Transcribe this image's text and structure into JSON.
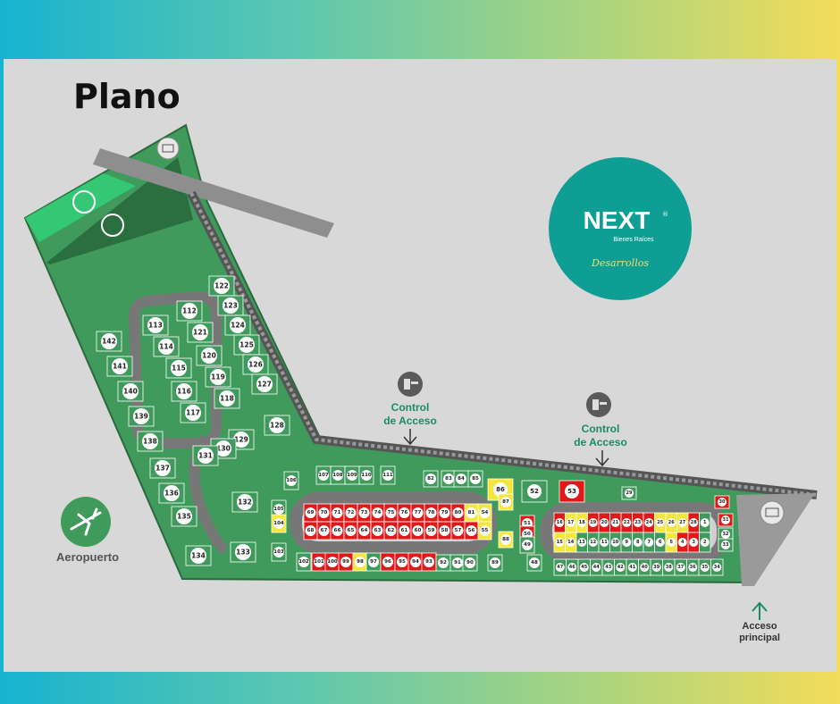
{
  "title": "Plano",
  "logo": {
    "brand": "NEXT",
    "registered": "®",
    "tagline": "Bienes Raíces",
    "sub": "Desarrollos",
    "color": "#0f9e93"
  },
  "labels": {
    "control_acceso": [
      "Control",
      "de Acceso"
    ],
    "aeropuerto": "Aeropuerto",
    "acceso_principal": [
      "Acceso",
      "principal"
    ]
  },
  "icons": [
    "store-icon",
    "tree-icon",
    "access-gate-icon",
    "airplane-icon",
    "arrow-up-icon",
    "arrow-down-icon"
  ],
  "colors": {
    "lot_green": "#3f9a5c",
    "lot_dark": "#2b6e40",
    "lot_light": "#34c774",
    "sold": "#e01818",
    "reserved": "#f4e63a",
    "road": "#8a8a8a",
    "panel": "#d8d8d8"
  },
  "lots": {
    "park": [
      "122",
      "123",
      "124",
      "125",
      "126",
      "127",
      "128",
      "112",
      "113",
      "114",
      "115",
      "116",
      "117",
      "118",
      "119",
      "120",
      "121",
      "129",
      "130",
      "131",
      "132",
      "133",
      "134",
      "135",
      "136",
      "137",
      "138",
      "139",
      "140",
      "141",
      "142"
    ],
    "left_block": [
      "106",
      "107",
      "108",
      "109",
      "110",
      "111",
      "105",
      "104",
      "103",
      "102",
      "101",
      "100",
      "99",
      "98",
      "97",
      "96",
      "95",
      "94",
      "93"
    ],
    "loop1_top": [
      "69",
      "70",
      "71",
      "72",
      "73",
      "74",
      "75",
      "76",
      "77",
      "78",
      "79",
      "80",
      "81",
      "54"
    ],
    "loop1_bottom": [
      "68",
      "67",
      "66",
      "65",
      "64",
      "63",
      "62",
      "61",
      "60",
      "59",
      "58",
      "57",
      "56",
      "55"
    ],
    "middle": [
      "82",
      "83",
      "84",
      "85",
      "86",
      "87",
      "88",
      "52",
      "51",
      "50",
      "49",
      "92",
      "91",
      "90",
      "89",
      "48",
      "53"
    ],
    "loop2_top": [
      "16",
      "17",
      "18",
      "19",
      "20",
      "21",
      "22",
      "23",
      "24",
      "25",
      "26",
      "27",
      "28",
      "1"
    ],
    "loop2_bottom": [
      "15",
      "14",
      "13",
      "12",
      "11",
      "10",
      "9",
      "8",
      "7",
      "6",
      "5",
      "4",
      "3",
      "2"
    ],
    "bottom_row": [
      "47",
      "46",
      "45",
      "44",
      "43",
      "42",
      "41",
      "40",
      "39",
      "38",
      "37",
      "36",
      "35",
      "34"
    ],
    "east": [
      "29",
      "30",
      "31",
      "32",
      "33"
    ]
  },
  "lot_status": {
    "sold": [
      "69",
      "70",
      "71",
      "72",
      "73",
      "74",
      "75",
      "76",
      "77",
      "78",
      "79",
      "80",
      "68",
      "67",
      "66",
      "65",
      "64",
      "63",
      "62",
      "61",
      "60",
      "59",
      "58",
      "57",
      "56",
      "101",
      "100",
      "99",
      "96",
      "95",
      "94",
      "93",
      "53",
      "51",
      "50",
      "16",
      "19",
      "20",
      "21",
      "22",
      "23",
      "24",
      "28",
      "4",
      "3",
      "30",
      "31"
    ],
    "reserved": [
      "81",
      "54",
      "55",
      "86",
      "87",
      "88",
      "98",
      "17",
      "18",
      "25",
      "26",
      "27",
      "14",
      "15",
      "5",
      "104"
    ]
  }
}
